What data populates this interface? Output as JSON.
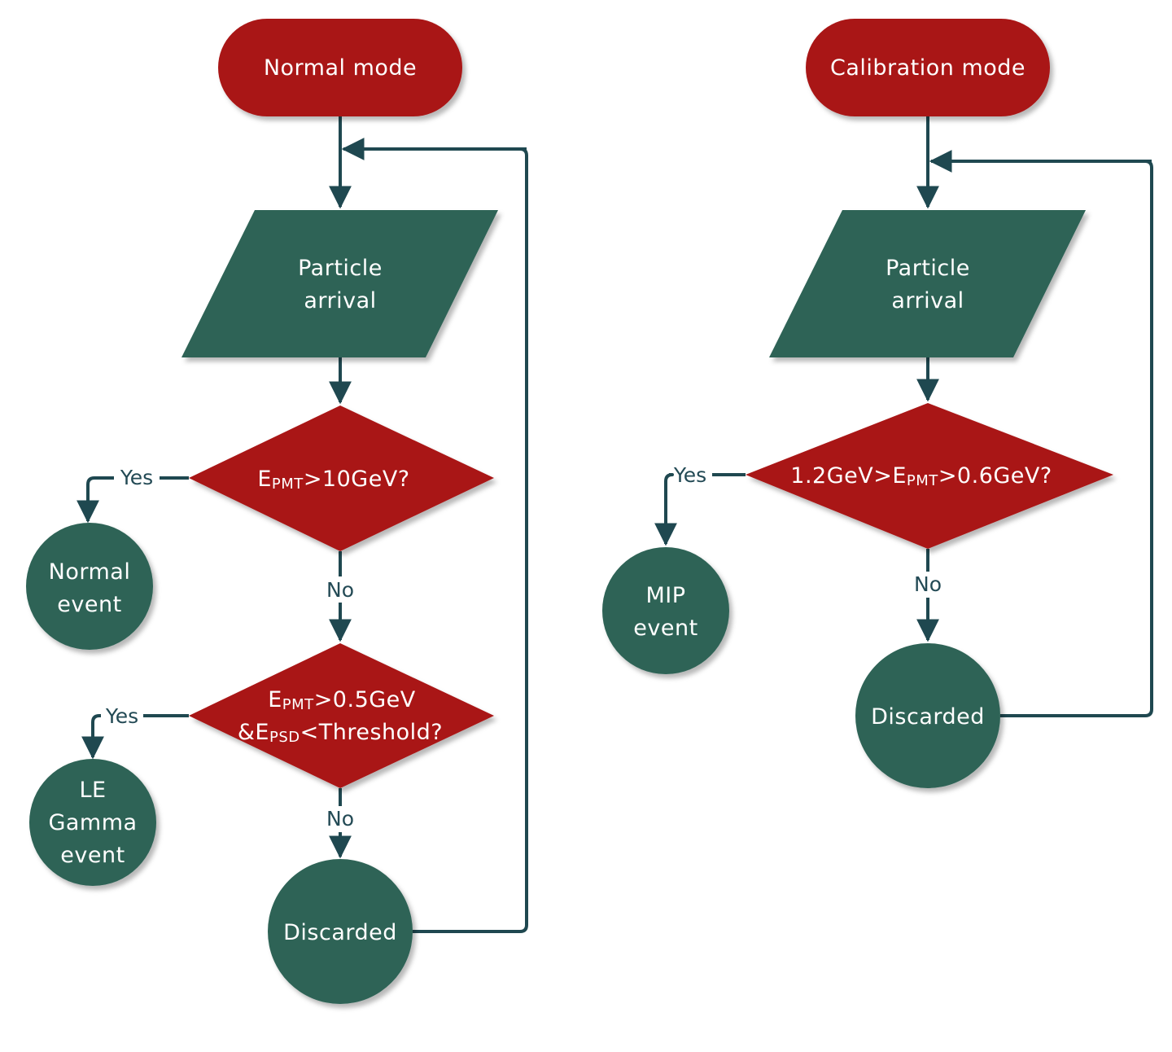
{
  "colors": {
    "terminal": "#a91616",
    "decision": "#a91616",
    "process": "#2e6356",
    "line": "#1f4850",
    "edge_label": "#234a55",
    "node_text": "#ffffff"
  },
  "normal_flow": {
    "start": "Normal mode",
    "input_line1": "Particle",
    "input_line2": "arrival",
    "decision1": {
      "e": "E",
      "sub": "PMT",
      "rest": ">10GeV?"
    },
    "yes1": "Yes",
    "out1_line1": "Normal",
    "out1_line2": "event",
    "no1": "No",
    "decision2": {
      "line1_e": "E",
      "line1_sub": "PMT",
      "line1_rest": ">0.5GeV",
      "line2_pre": "&E",
      "line2_sub": "PSD",
      "line2_rest": "<Threshold?"
    },
    "yes2": "Yes",
    "out2_line1": "LE",
    "out2_line2": "Gamma",
    "out2_line3": "event",
    "no2": "No",
    "discarded": "Discarded"
  },
  "calibration_flow": {
    "start": "Calibration mode",
    "input_line1": "Particle",
    "input_line2": "arrival",
    "decision1": {
      "pre": "1.2GeV>E",
      "sub": "PMT",
      "rest": ">0.6GeV?"
    },
    "yes1": "Yes",
    "out1_line1": "MIP",
    "out1_line2": "event",
    "no1": "No",
    "discarded": "Discarded"
  }
}
